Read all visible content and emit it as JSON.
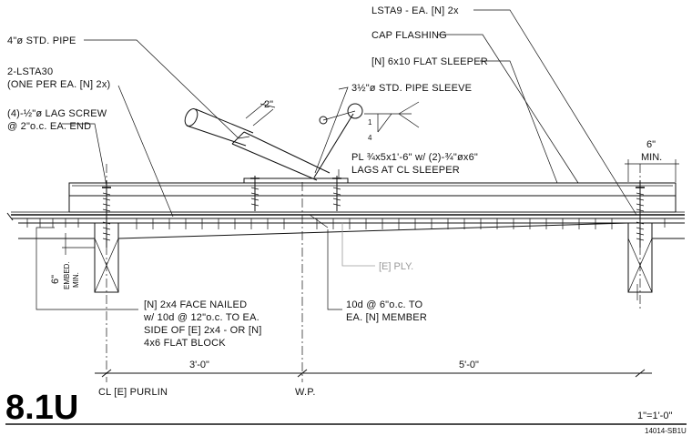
{
  "detail": {
    "number": "8.1U",
    "scale": "1\"=1'-0\"",
    "sheet_ref": "14014-SB1U"
  },
  "labels": {
    "pipe": "4\"ø STD. PIPE",
    "lsta30_1": "2-LSTA30",
    "lsta30_2": "(ONE PER EA. [N] 2x)",
    "lag_1": "(4)-½\"ø LAG SCREW",
    "lag_2": "@ 2\"o.c. EA. END",
    "lsta9": "LSTA9 - EA. [N] 2x",
    "cap_flashing": "CAP FLASHING",
    "sleeper": "[N] 6x10 FLAT SLEEPER",
    "pipe_sleeve": "3½\"ø STD. PIPE SLEEVE",
    "plate_1": "PL ¾x5x1'-6\" w/ (2)-¾\"øx6\"",
    "plate_2": "LAGS AT CL SLEEPER",
    "ply": "[E] PLY.",
    "face_1": "[N] 2x4 FACE NAILED",
    "face_2": "w/ 10d @ 12\"o.c. TO EA.",
    "face_3": "SIDE OF [E] 2x4 - OR [N]",
    "face_4": "4x6 FLAT BLOCK",
    "nail_1": "10d @ 6\"o.c. TO",
    "nail_2": "EA. [N] MEMBER",
    "purlin": "CL [E] PURLIN",
    "wp": "W.P."
  },
  "dims": {
    "two_inch": "2\"",
    "six_in": "6\"",
    "min": "MIN.",
    "embed_6": "6\"",
    "embed": "EMBED.",
    "embed_min": "MIN.",
    "three_ft": "3'-0\"",
    "five_ft": "5'-0\"",
    "slope_num": "1",
    "slope_den": "4"
  }
}
